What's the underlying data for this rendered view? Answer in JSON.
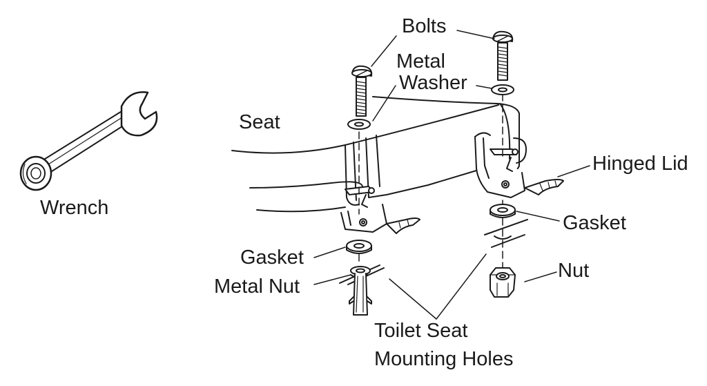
{
  "labels": {
    "bolts": "Bolts",
    "metal": "Metal",
    "washer": "Washer",
    "seat": "Seat",
    "hinged_lid": "Hinged Lid",
    "wrench": "Wrench",
    "gasket_right": "Gasket",
    "gasket_left": "Gasket",
    "metal_nut": "Metal Nut",
    "nut": "Nut",
    "toilet_seat": "Toilet Seat",
    "mounting_holes": "Mounting Holes"
  },
  "colors": {
    "ink": "#1a1a1a",
    "background": "#ffffff"
  }
}
